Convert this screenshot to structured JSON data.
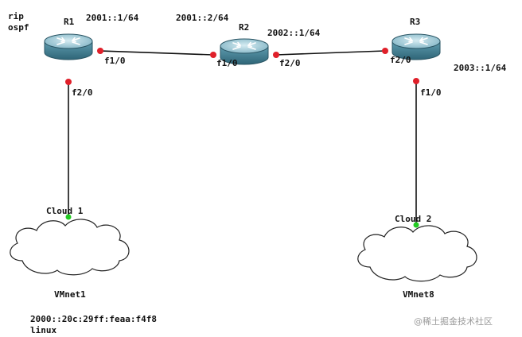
{
  "routers": [
    {
      "id": "r1",
      "name": "R1"
    },
    {
      "id": "r2",
      "name": "R2"
    },
    {
      "id": "r3",
      "name": "R3"
    }
  ],
  "clouds": [
    {
      "id": "cloud1",
      "name": "Cloud 1",
      "net": "VMnet1"
    },
    {
      "id": "cloud2",
      "name": "Cloud 2",
      "net": "VMnet8"
    }
  ],
  "protocols": [
    "rip",
    "ospf"
  ],
  "addresses": {
    "r1_f1": "2001::1/64",
    "r2_f1": "2001::2/64",
    "r2_f2": "2002::1/64",
    "r3_f1": "2003::1/64"
  },
  "interfaces": {
    "r1_f1": "f1/0",
    "r1_f2": "f2/0",
    "r2_f1": "f1/0",
    "r2_f2": "f2/0",
    "r3_f2": "f2/0",
    "r3_f1": "f1/0"
  },
  "host": {
    "address": "2000::20c:29ff:feaa:f4f8",
    "os": "linux"
  },
  "watermark": "@稀土掘金技术社区",
  "colors": {
    "router_top": "#a8cbd6",
    "router_side": "#4d8a9e",
    "port": "#e0202a",
    "port_green": "#22cc22"
  }
}
